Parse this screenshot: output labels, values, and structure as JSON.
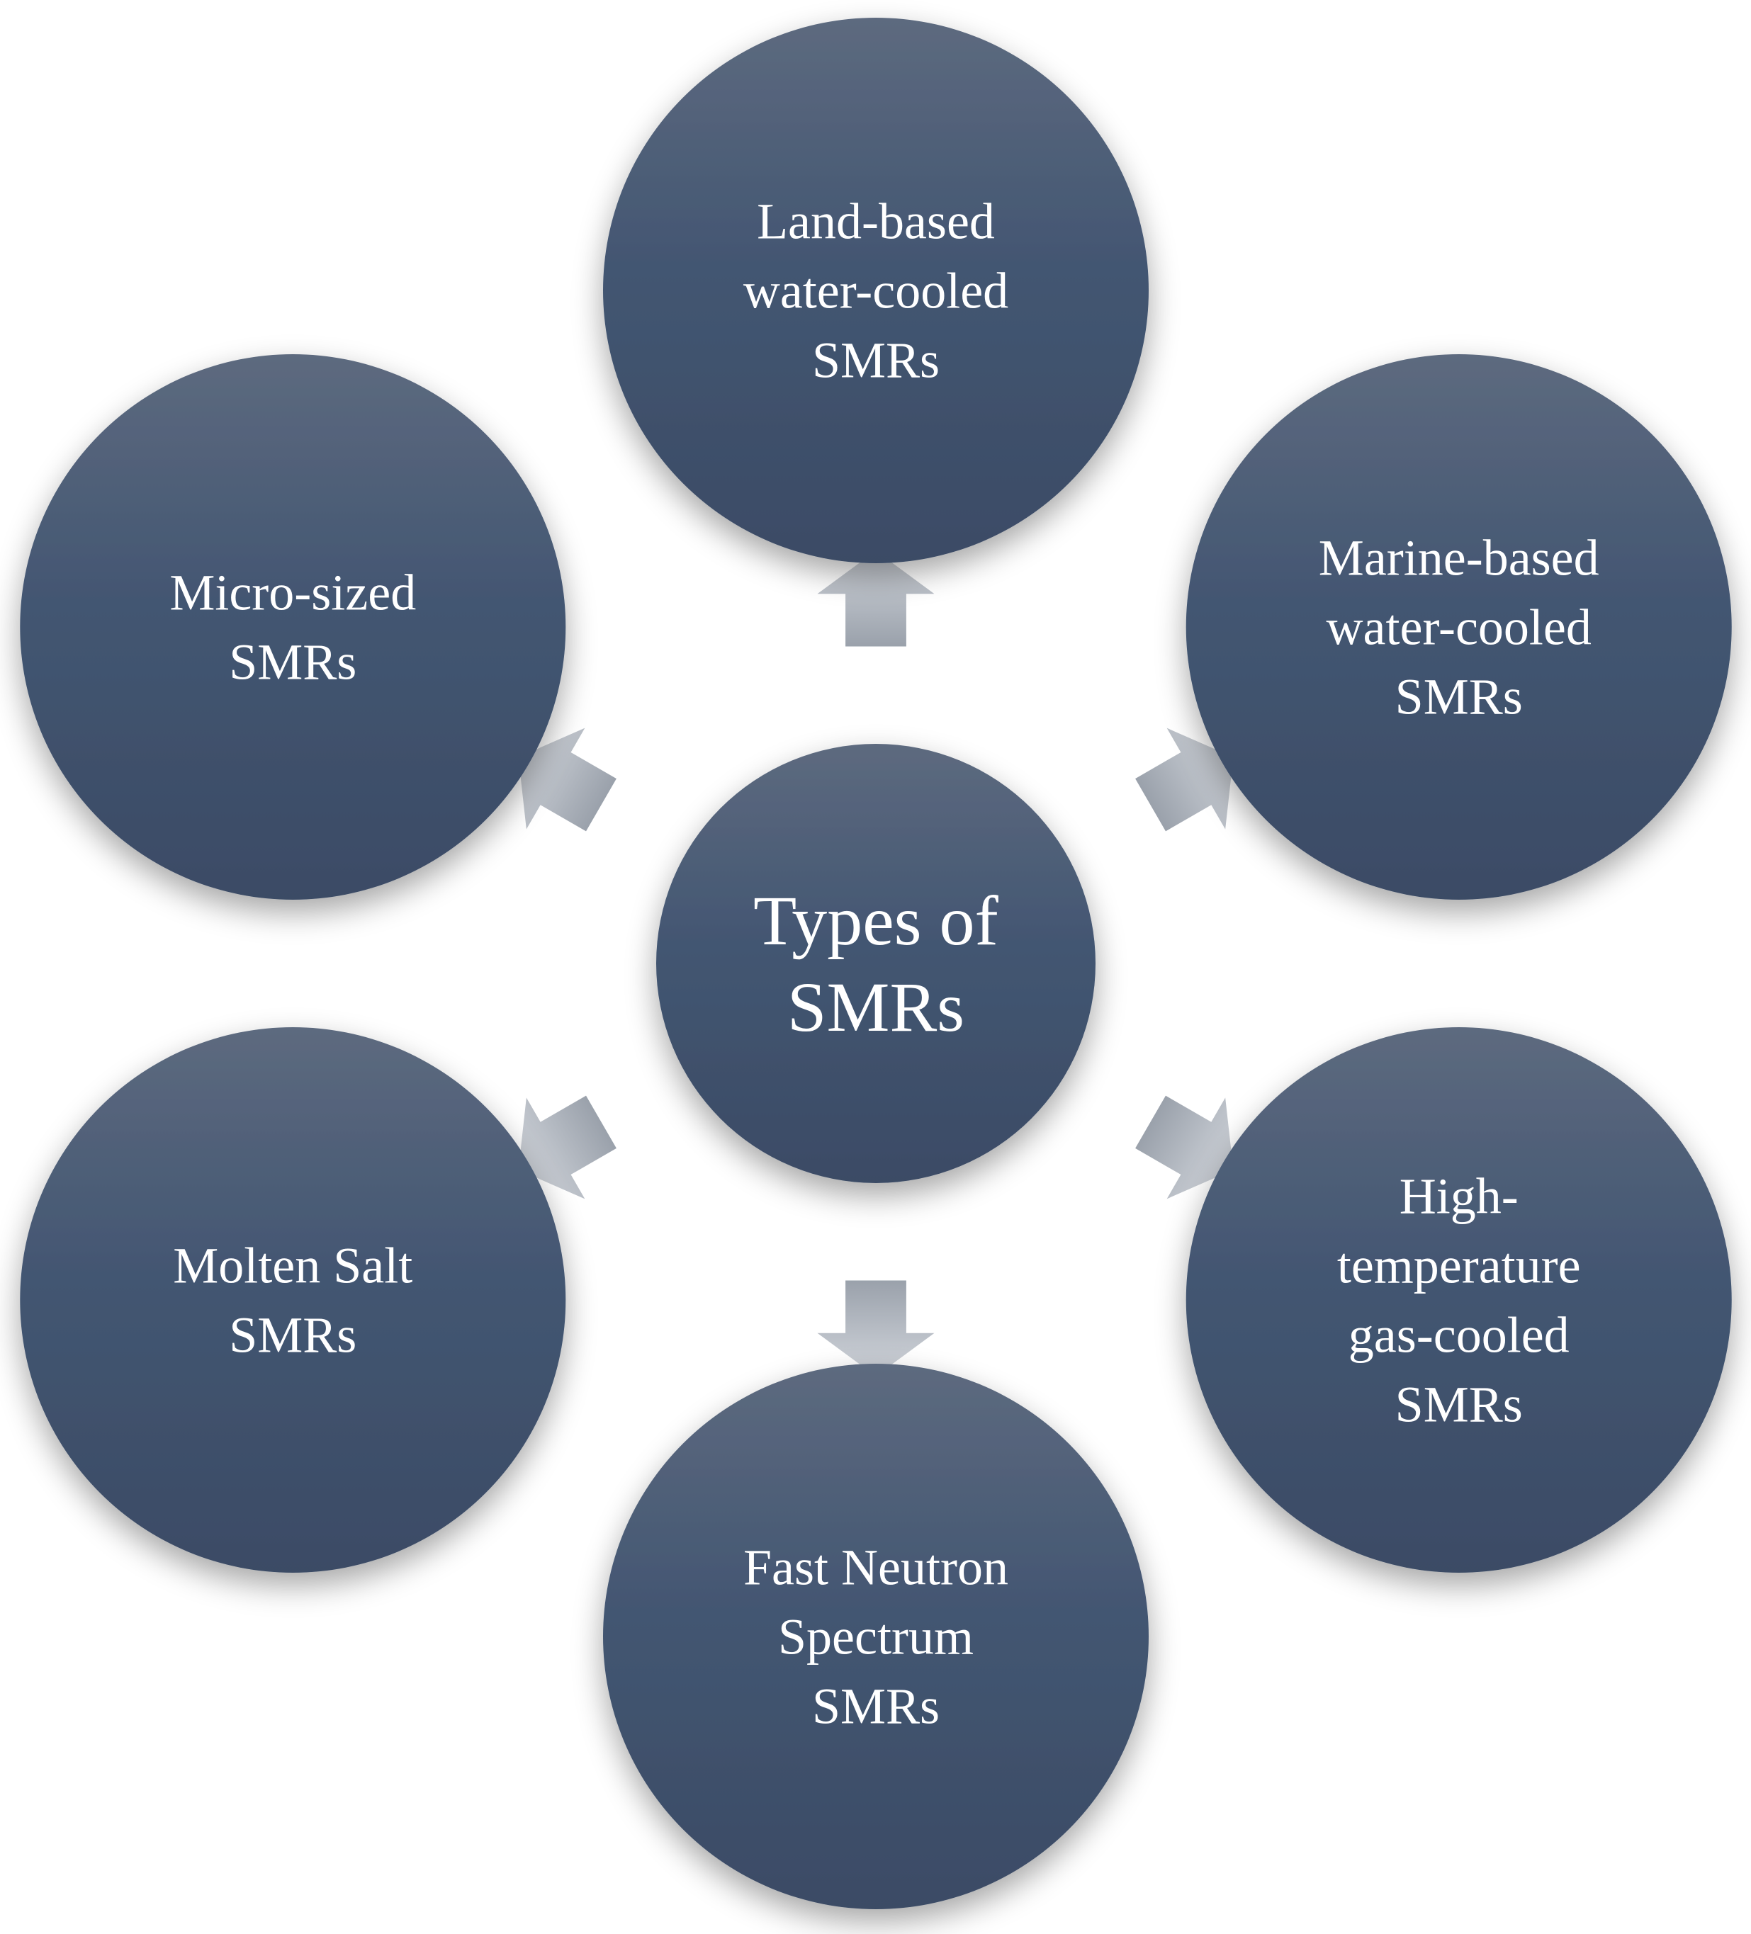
{
  "center": {
    "lines": [
      "Types of",
      "SMRs"
    ]
  },
  "types": [
    {
      "id": "land-based",
      "lines": [
        "Land-based",
        "water-cooled",
        "SMRs"
      ]
    },
    {
      "id": "marine-based",
      "lines": [
        "Marine-based",
        "water-cooled",
        "SMRs"
      ]
    },
    {
      "id": "high-temperature",
      "lines": [
        "High-",
        "temperature",
        "gas-cooled",
        "SMRs"
      ]
    },
    {
      "id": "fast-neutron",
      "lines": [
        "Fast Neutron",
        "Spectrum",
        "SMRs"
      ]
    },
    {
      "id": "molten-salt",
      "lines": [
        "Molten Salt",
        "SMRs"
      ]
    },
    {
      "id": "micro-sized",
      "lines": [
        "Micro-sized",
        "SMRs"
      ]
    }
  ],
  "colors": {
    "circle_top": "#5d6a7f",
    "circle_mid": "#435672",
    "circle_bottom": "#3b4b65",
    "arrow_top": "#d2d6dc",
    "arrow_bottom": "#9aa1ab",
    "text": "#ffffff"
  }
}
